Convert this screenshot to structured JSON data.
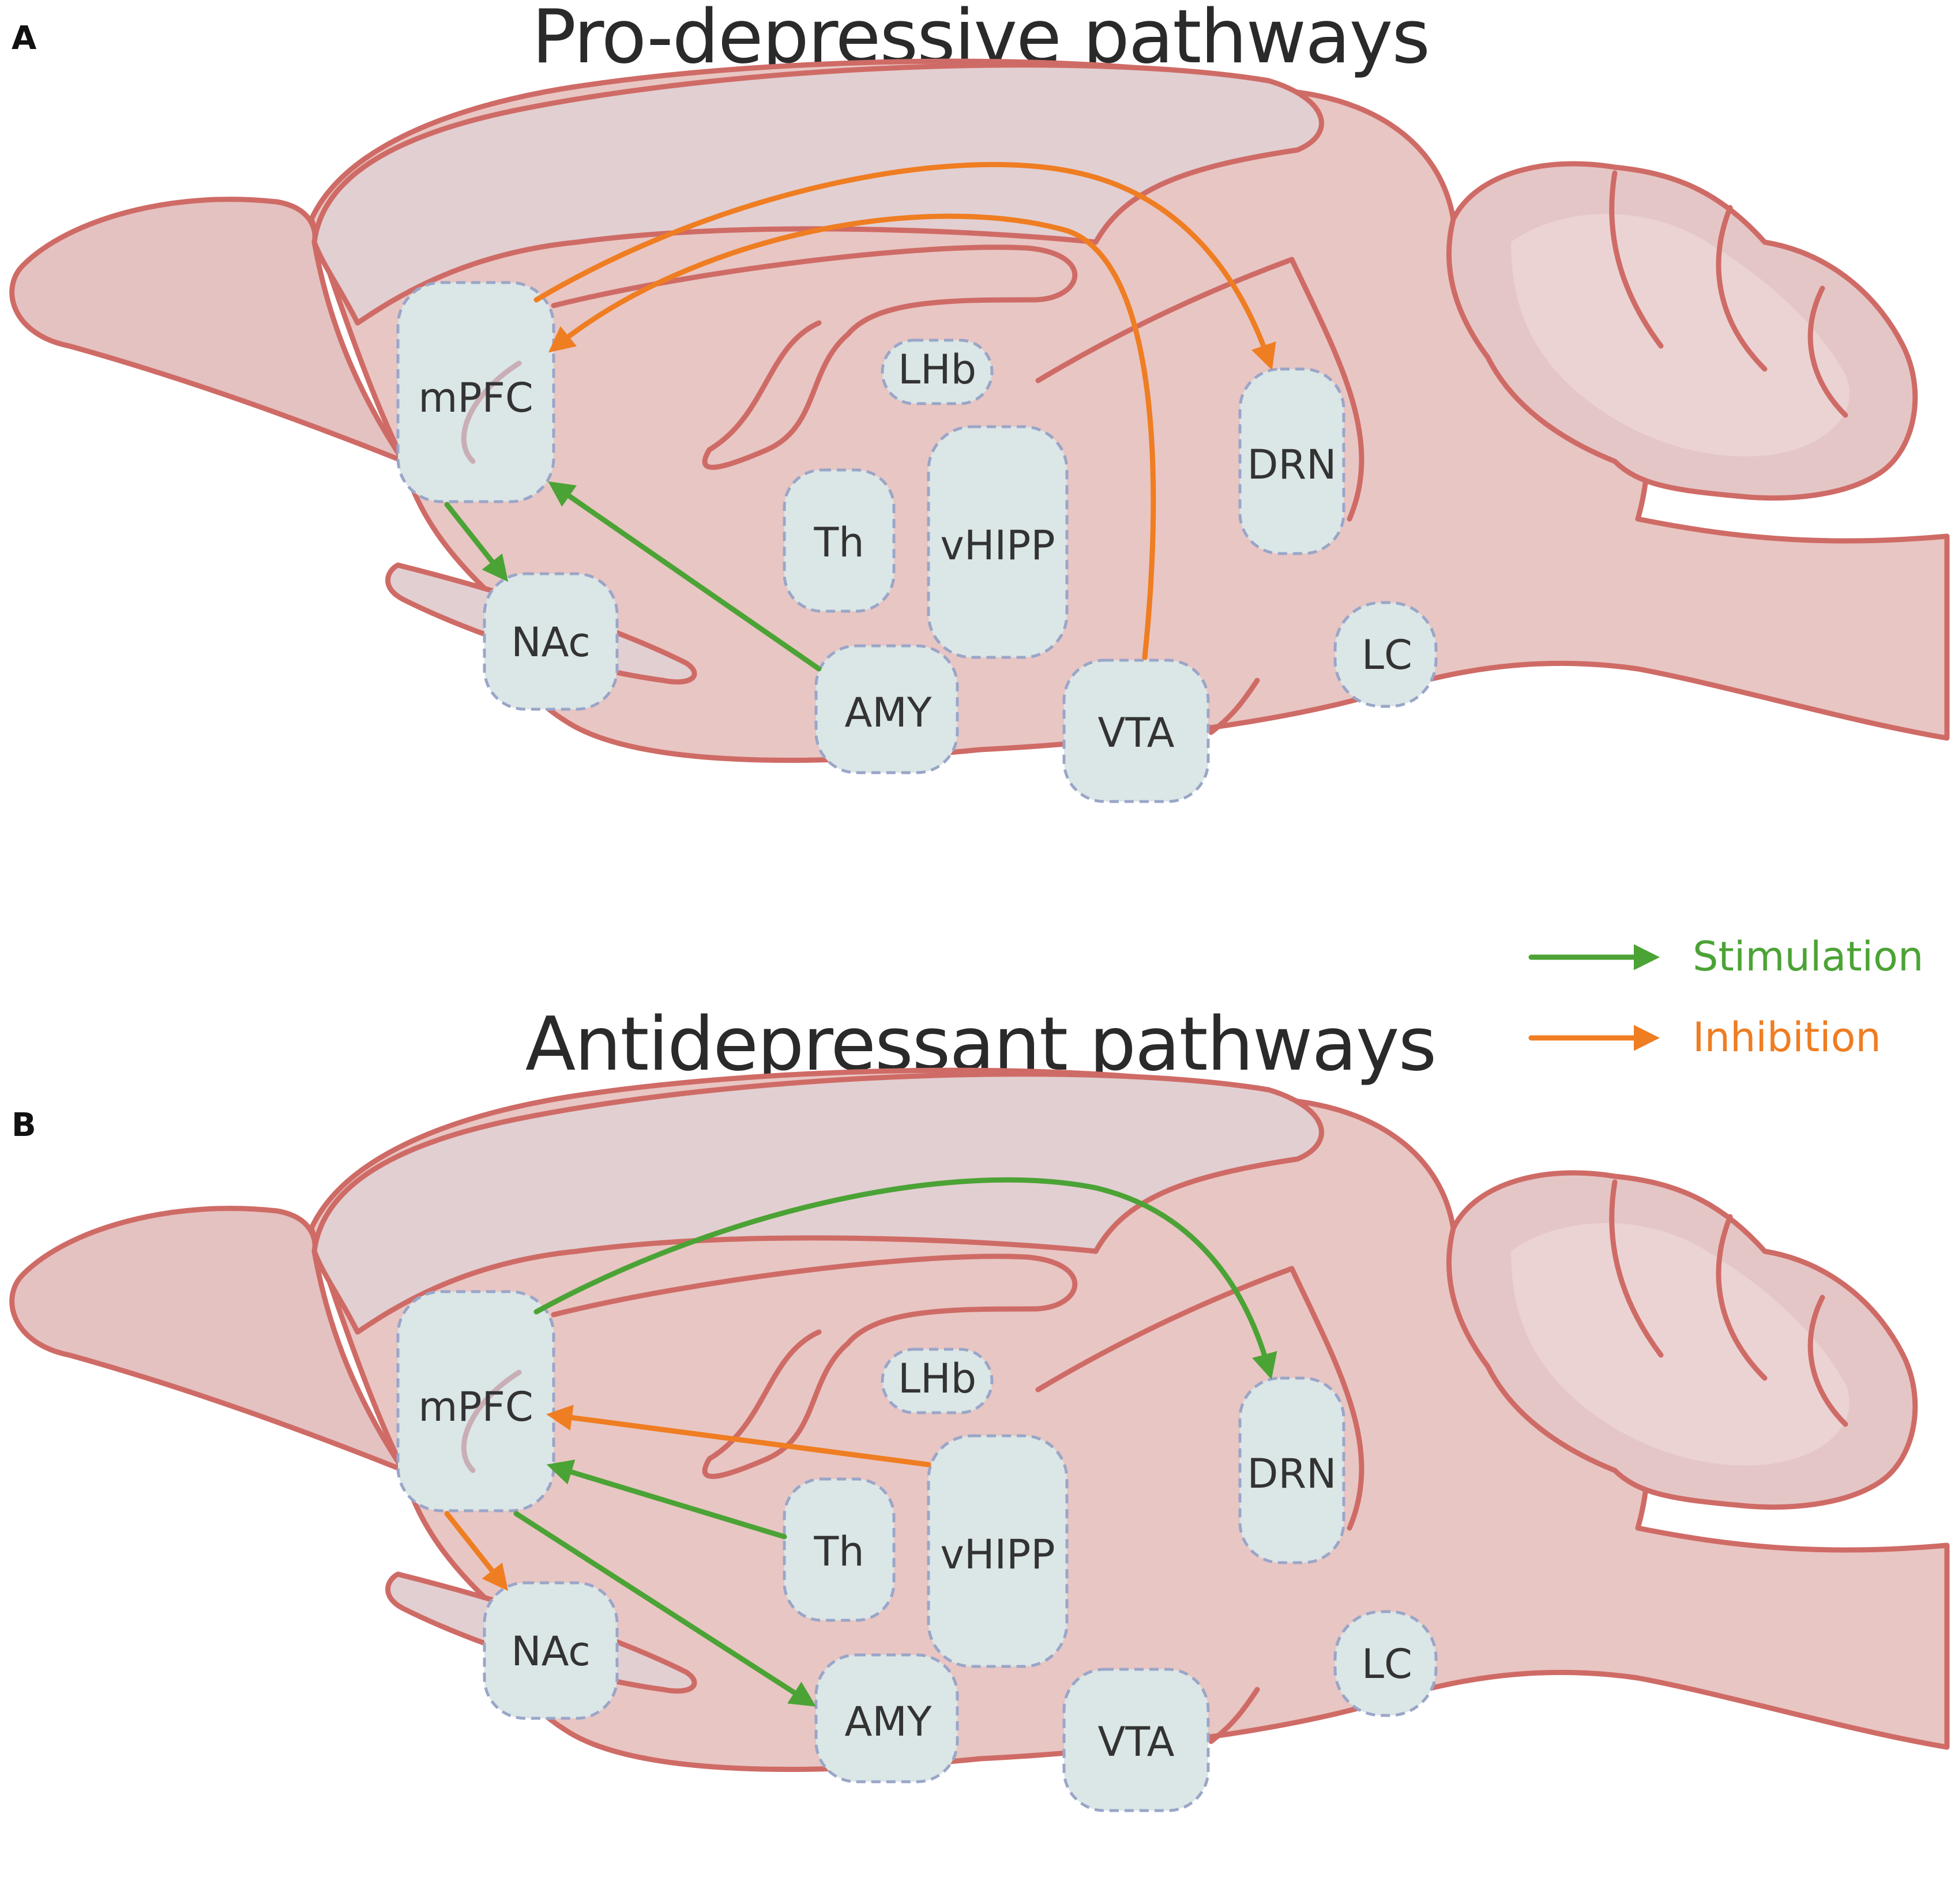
{
  "panels": [
    {
      "letter": "A",
      "title": "Pro-depressive pathways",
      "regions": [
        "mPFC",
        "LHb",
        "DRN",
        "Th",
        "vHIPP",
        "NAc",
        "AMY",
        "VTA",
        "LC"
      ],
      "connections": [
        {
          "from": "mPFC",
          "to": "NAc",
          "type": "Stimulation"
        },
        {
          "from": "AMY",
          "to": "mPFC",
          "type": "Stimulation"
        },
        {
          "from": "mPFC",
          "to": "DRN",
          "type": "Inhibition"
        },
        {
          "from": "VTA",
          "to": "mPFC",
          "type": "Inhibition"
        }
      ]
    },
    {
      "letter": "B",
      "title": "Antidepressant pathways",
      "regions": [
        "mPFC",
        "LHb",
        "DRN",
        "Th",
        "vHIPP",
        "NAc",
        "AMY",
        "VTA",
        "LC"
      ],
      "connections": [
        {
          "from": "mPFC",
          "to": "DRN",
          "type": "Stimulation"
        },
        {
          "from": "vHIPP",
          "to": "mPFC",
          "type": "Inhibition"
        },
        {
          "from": "Th",
          "to": "mPFC",
          "type": "Stimulation"
        },
        {
          "from": "mPFC",
          "to": "NAc",
          "type": "Inhibition"
        },
        {
          "from": "mPFC",
          "to": "AMY",
          "type": "Stimulation"
        }
      ]
    }
  ],
  "legend": [
    {
      "label": "Stimulation",
      "color": "#4ba335"
    },
    {
      "label": "Inhibition",
      "color": "#ef7d22"
    }
  ]
}
